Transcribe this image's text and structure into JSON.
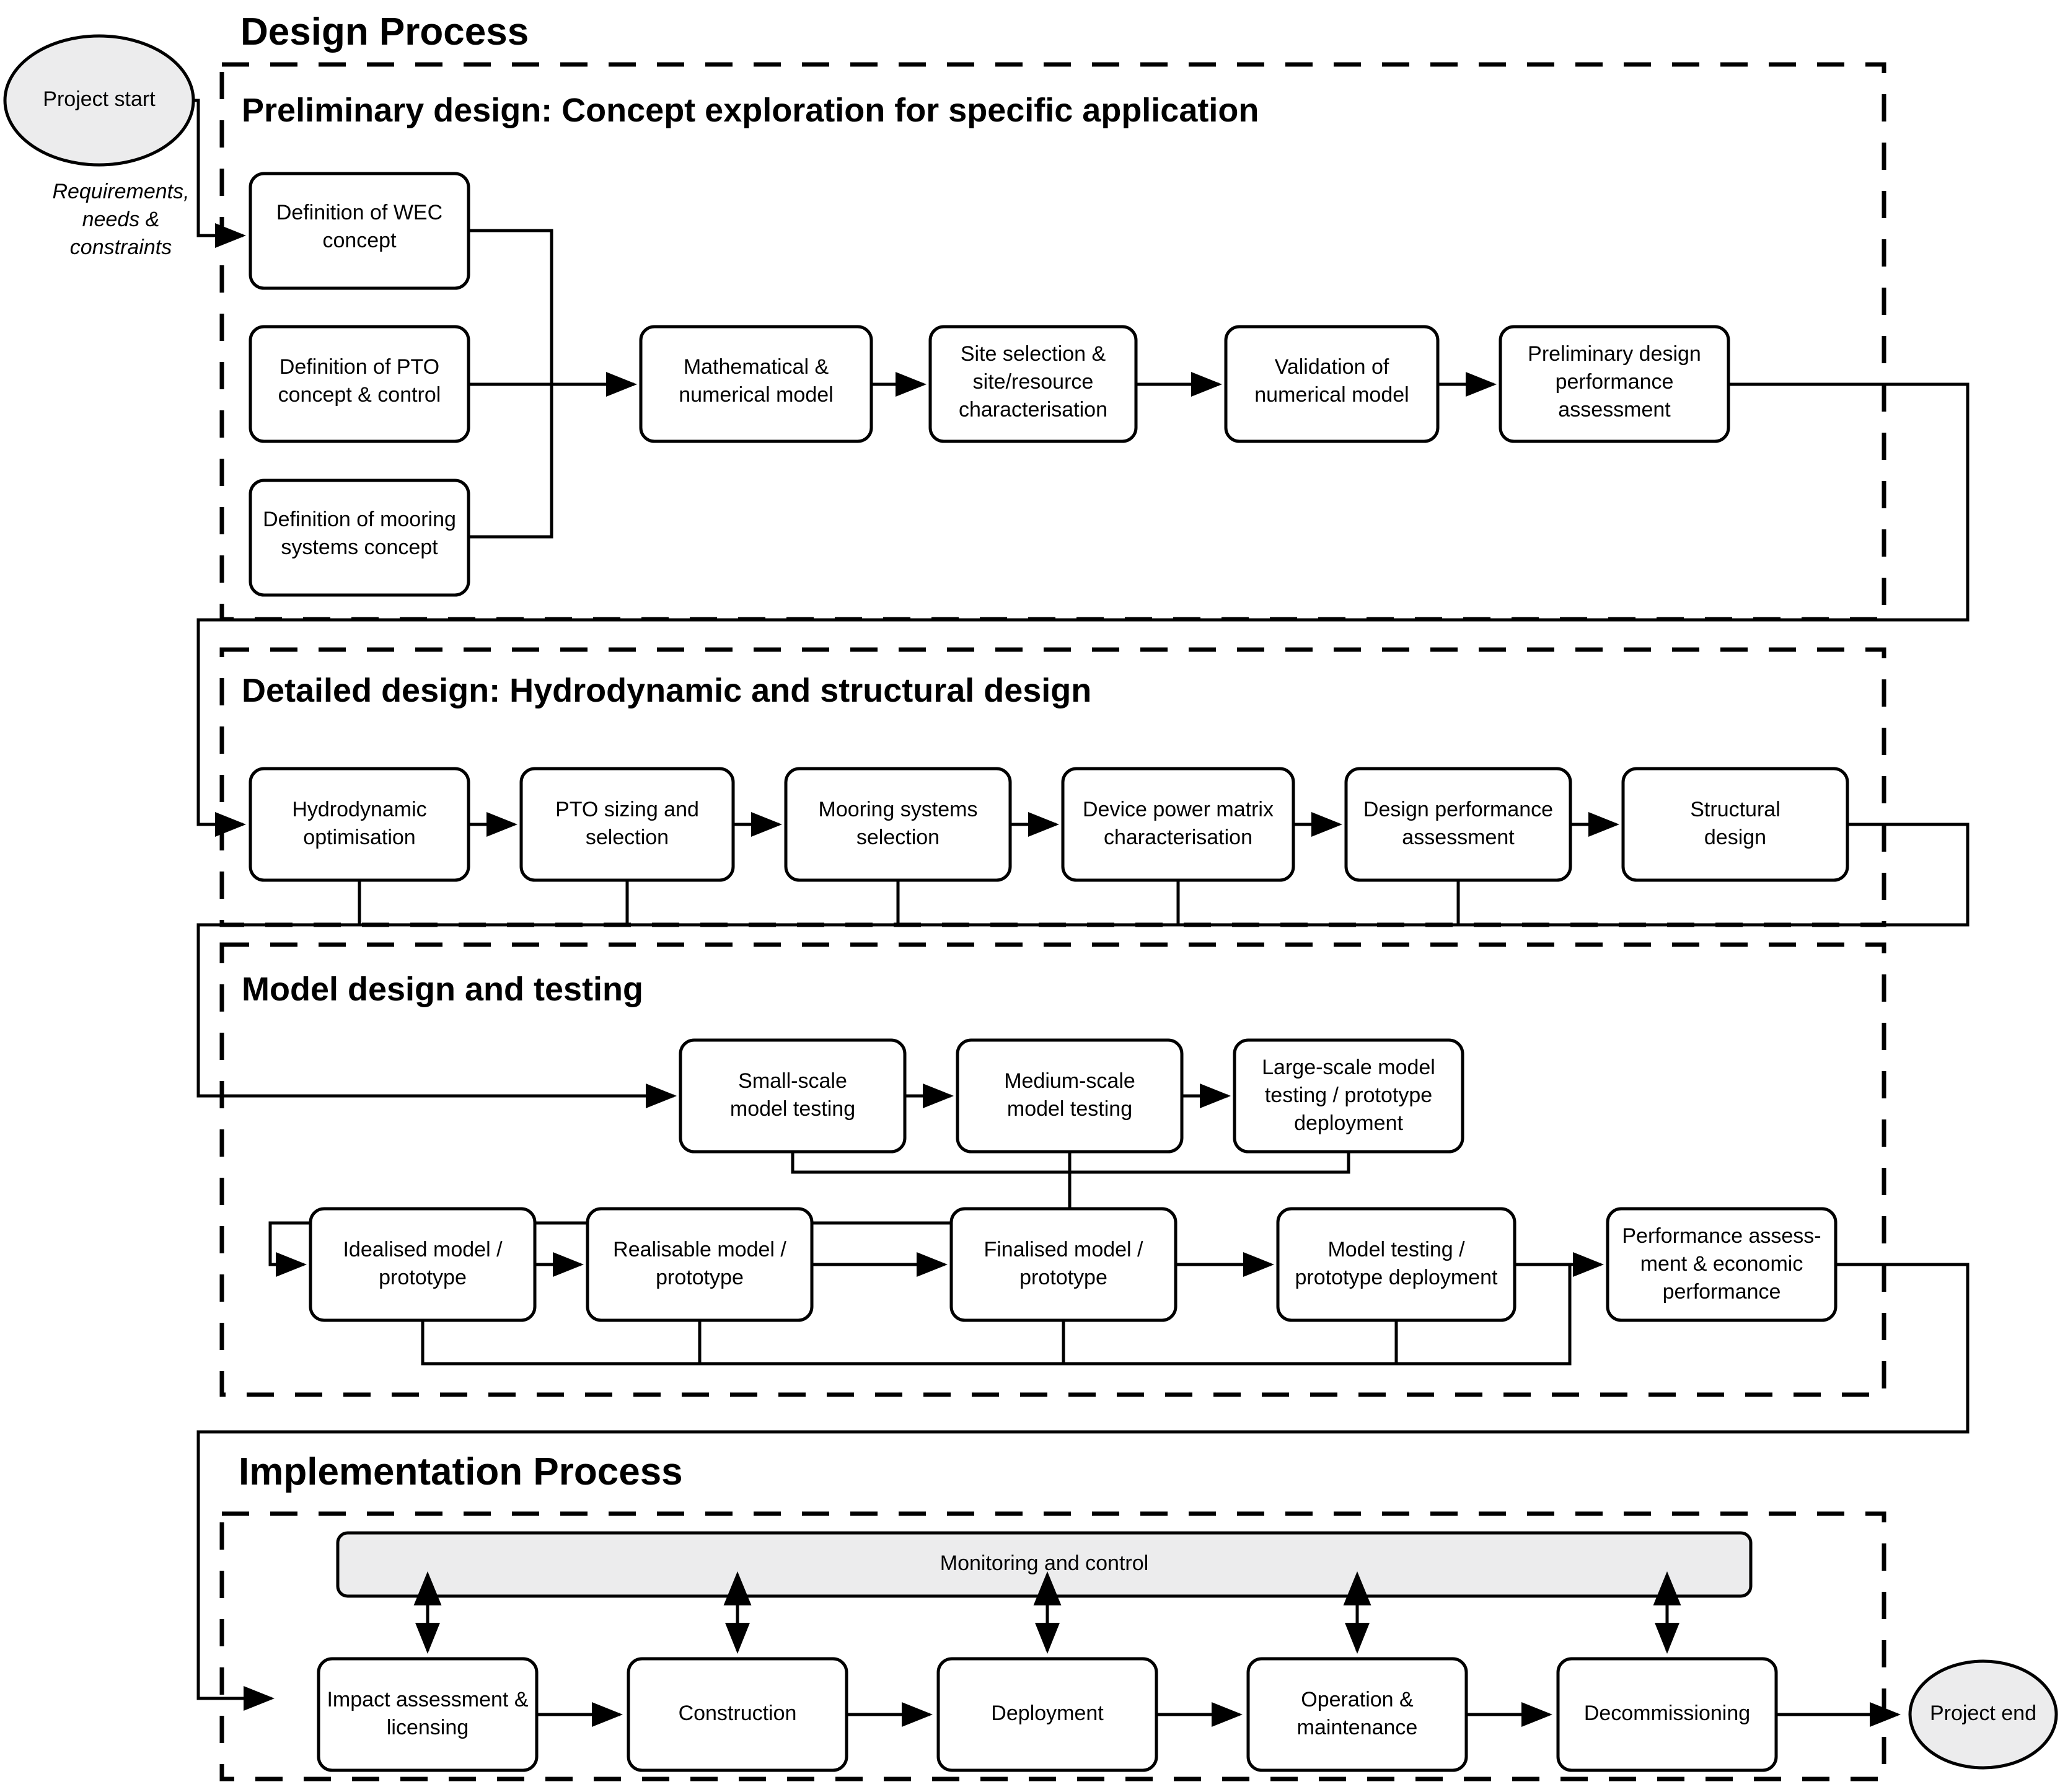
{
  "title": "Design Process",
  "terminators": {
    "start": "Project start",
    "end": "Project end"
  },
  "edge_labels": {
    "requirements": [
      "Requirements,",
      "needs &",
      "constraints"
    ]
  },
  "sections": [
    {
      "id": "preliminary",
      "heading": "Preliminary design: Concept exploration for specific application"
    },
    {
      "id": "detailed",
      "heading": "Detailed design: Hydrodynamic and structural design"
    },
    {
      "id": "model",
      "heading": "Model design and testing"
    },
    {
      "id": "implementation",
      "heading": "Implementation Process"
    }
  ],
  "preliminary_nodes": [
    {
      "id": "wec",
      "lines": [
        "Definition of WEC",
        "concept"
      ]
    },
    {
      "id": "pto",
      "lines": [
        "Definition of PTO",
        "concept & control"
      ]
    },
    {
      "id": "mooring",
      "lines": [
        "Definition of mooring",
        "systems concept"
      ]
    },
    {
      "id": "math",
      "lines": [
        "Mathematical &",
        "numerical model"
      ]
    },
    {
      "id": "site",
      "lines": [
        "Site selection &",
        "site/resource",
        "characterisation"
      ]
    },
    {
      "id": "validation",
      "lines": [
        "Validation of",
        "numerical model"
      ]
    },
    {
      "id": "prelim-assess",
      "lines": [
        "Preliminary design",
        "performance",
        "assessment"
      ]
    }
  ],
  "detailed_nodes": [
    {
      "id": "hydro",
      "lines": [
        "Hydrodynamic",
        "optimisation"
      ]
    },
    {
      "id": "pto-sizing",
      "lines": [
        "PTO sizing and",
        "selection"
      ]
    },
    {
      "id": "mooring-sel",
      "lines": [
        "Mooring systems",
        "selection"
      ]
    },
    {
      "id": "power-matrix",
      "lines": [
        "Device power matrix",
        "characterisation"
      ]
    },
    {
      "id": "design-perf",
      "lines": [
        "Design performance",
        "assessment"
      ]
    },
    {
      "id": "structural",
      "lines": [
        "Structural",
        "design"
      ]
    }
  ],
  "model_nodes_row1": [
    {
      "id": "small-scale",
      "lines": [
        "Small-scale",
        "model testing"
      ]
    },
    {
      "id": "medium-scale",
      "lines": [
        "Medium-scale",
        "model testing"
      ]
    },
    {
      "id": "large-scale",
      "lines": [
        "Large-scale model",
        "testing / prototype",
        "deployment"
      ]
    }
  ],
  "model_nodes_row2": [
    {
      "id": "idealised",
      "lines": [
        "Idealised model /",
        "prototype"
      ]
    },
    {
      "id": "realisable",
      "lines": [
        "Realisable model /",
        "prototype"
      ]
    },
    {
      "id": "finalised",
      "lines": [
        "Finalised model /",
        "prototype"
      ]
    },
    {
      "id": "model-testing",
      "lines": [
        "Model testing /",
        "prototype deployment"
      ]
    },
    {
      "id": "perf-econ",
      "lines": [
        "Performance assess-",
        "ment & economic",
        "performance"
      ]
    }
  ],
  "implementation_nodes": [
    {
      "id": "impact",
      "lines": [
        "Impact assessment &",
        "licensing"
      ]
    },
    {
      "id": "construction",
      "lines": [
        "Construction"
      ]
    },
    {
      "id": "deployment",
      "lines": [
        "Deployment"
      ]
    },
    {
      "id": "operation",
      "lines": [
        "Operation &",
        "maintenance"
      ]
    },
    {
      "id": "decommissioning",
      "lines": [
        "Decommissioning"
      ]
    }
  ],
  "monitoring_bar": {
    "id": "monitoring",
    "label": "Monitoring and control"
  },
  "colors": {
    "stroke": "#000000",
    "node_fill": "#ffffff",
    "terminator_fill": "#ececed",
    "monitoring_fill": "#ececed",
    "background": "#ffffff"
  }
}
